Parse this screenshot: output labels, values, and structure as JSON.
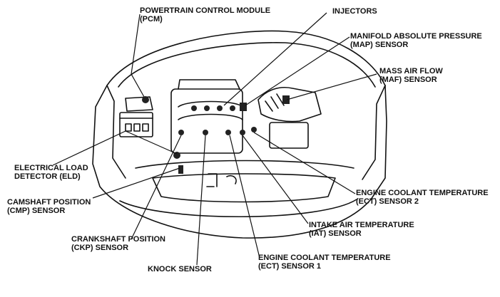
{
  "labels": {
    "pcm": {
      "line1": "POWERTRAIN CONTROL MODULE",
      "line2": "(PCM)"
    },
    "injectors": {
      "line1": "INJECTORS"
    },
    "map": {
      "line1": "MANIFOLD ABSOLUTE PRESSURE",
      "line2": "(MAP) SENSOR"
    },
    "maf": {
      "line1": "MASS AIR FLOW",
      "line2": "(MAF) SENSOR"
    },
    "eld": {
      "line1": "ELECTRICAL LOAD",
      "line2": "DETECTOR (ELD)"
    },
    "cmp": {
      "line1": "CAMSHAFT POSITION",
      "line2": "(CMP) SENSOR"
    },
    "ckp": {
      "line1": "CRANKSHAFT POSITION",
      "line2": "(CKP) SENSOR"
    },
    "knock": {
      "line1": "KNOCK SENSOR"
    },
    "ect1": {
      "line1": "ENGINE COOLANT TEMPERATURE",
      "line2": "(ECT) SENSOR 1"
    },
    "iat": {
      "line1": "INTAKE AIR TEMPERATURE",
      "line2": "(IAT) SENSOR"
    },
    "ect2": {
      "line1": "ENGINE COOLANT TEMPERATURE",
      "line2": "(ECT) SENSOR 2"
    }
  }
}
